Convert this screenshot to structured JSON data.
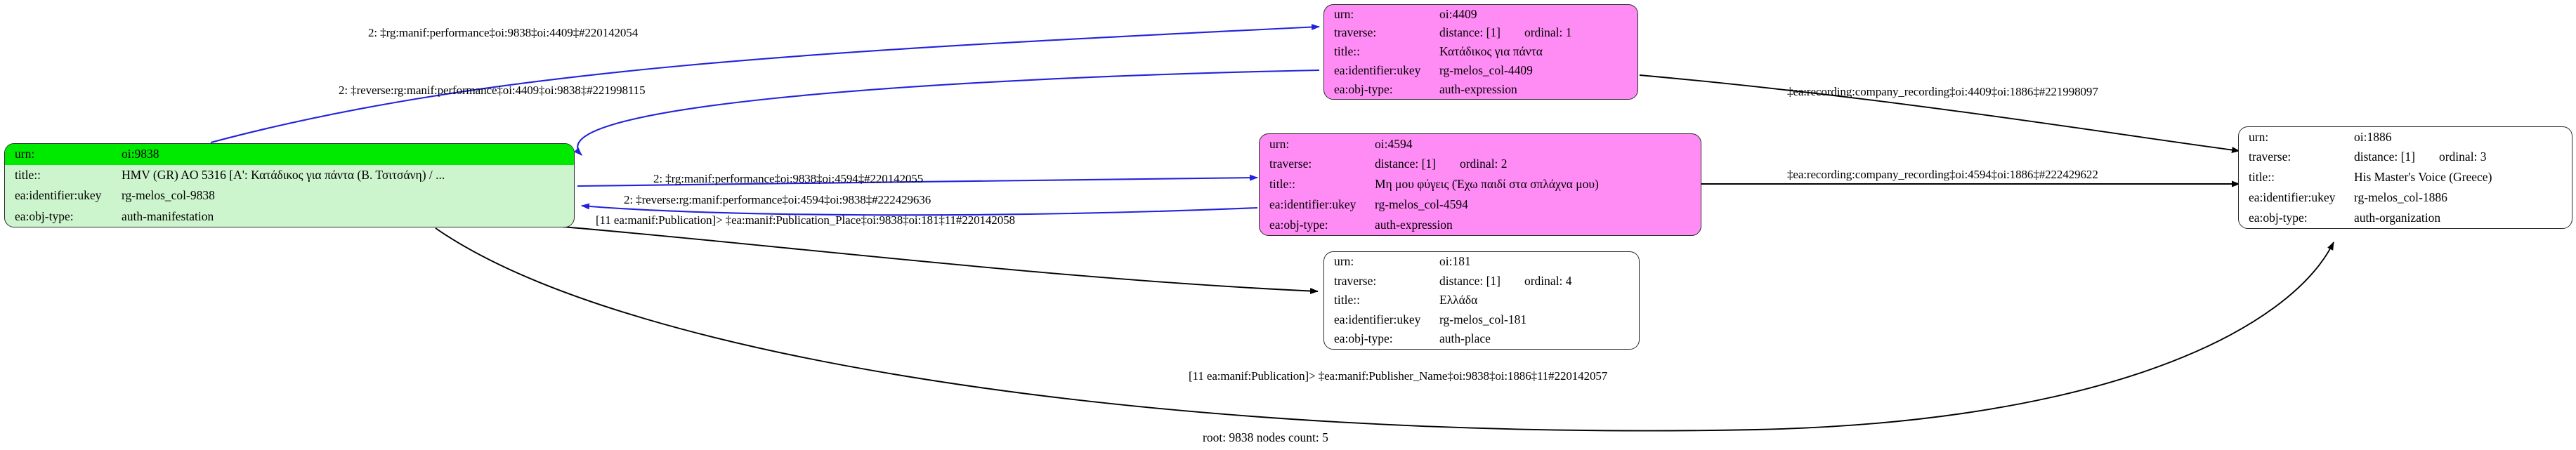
{
  "graph": {
    "root_caption": "root: 9838 nodes count: 5",
    "colors": {
      "edge_blue": "#2222dd",
      "edge_black": "#000000",
      "node_green_body": "#cdf5cd",
      "node_green_highlight": "#00ea00",
      "node_pink": "#ff8cf5",
      "node_white": "#ffffff",
      "node_border": "#2b2b2b"
    },
    "field_labels": {
      "urn": "urn:",
      "traverse": "traverse:",
      "title": "title::",
      "identifier": "ea:identifier:ukey",
      "objtype": "ea:obj-type:"
    },
    "nodes": [
      {
        "id": "n9838",
        "kind": "manifestation-root",
        "urn": "oi:9838",
        "title": "HMV (GR) AO 5316 [Α': Κατάδικος για πάντα (Β. Τσιτσάνη) / ...",
        "identifier": "rg-melos_col-9838",
        "objtype": "auth-manifestation"
      },
      {
        "id": "n4409",
        "kind": "expression",
        "urn": "oi:4409",
        "distance": "distance: [1]",
        "ordinal": "ordinal: 1",
        "title": "Κατάδικος για πάντα",
        "identifier": "rg-melos_col-4409",
        "objtype": "auth-expression"
      },
      {
        "id": "n4594",
        "kind": "expression",
        "urn": "oi:4594",
        "distance": "distance: [1]",
        "ordinal": "ordinal: 2",
        "title": "Μη μου φύγεις (Έχω παιδί στα σπλάχνα μου)",
        "identifier": "rg-melos_col-4594",
        "objtype": "auth-expression"
      },
      {
        "id": "n181",
        "kind": "place",
        "urn": "oi:181",
        "distance": "distance: [1]",
        "ordinal": "ordinal: 4",
        "title": "Ελλάδα",
        "identifier": "rg-melos_col-181",
        "objtype": "auth-place"
      },
      {
        "id": "n1886",
        "kind": "organization",
        "urn": "oi:1886",
        "distance": "distance: [1]",
        "ordinal": "ordinal: 3",
        "title": "His Master's Voice (Greece)",
        "identifier": "rg-melos_col-1886",
        "objtype": "auth-organization"
      }
    ],
    "edges": [
      {
        "id": "e1",
        "from": "n9838",
        "to": "n4409",
        "color": "blue",
        "label": "2: ‡rg:manif:performance‡oi:9838‡oi:4409‡#220142054"
      },
      {
        "id": "e2",
        "from": "n4409",
        "to": "n9838",
        "color": "blue",
        "label": "2: ‡reverse:rg:manif:performance‡oi:4409‡oi:9838‡#221998115"
      },
      {
        "id": "e3",
        "from": "n9838",
        "to": "n4594",
        "color": "blue",
        "label": "2: ‡rg:manif:performance‡oi:9838‡oi:4594‡#220142055"
      },
      {
        "id": "e4",
        "from": "n4594",
        "to": "n9838",
        "color": "blue",
        "label": "2: ‡reverse:rg:manif:performance‡oi:4594‡oi:9838‡#222429636"
      },
      {
        "id": "e5",
        "from": "n9838",
        "to": "n181",
        "color": "black",
        "label": "[11 ea:manif:Publication]> ‡ea:manif:Publication_Place‡oi:9838‡oi:181‡11#220142058"
      },
      {
        "id": "e6",
        "from": "n9838",
        "to": "n1886",
        "color": "black",
        "label": "[11 ea:manif:Publication]> ‡ea:manif:Publisher_Name‡oi:9838‡oi:1886‡11#220142057"
      },
      {
        "id": "e7",
        "from": "n4409",
        "to": "n1886",
        "color": "black",
        "label": "‡ea:recording:company_recording‡oi:4409‡oi:1886‡#221998097"
      },
      {
        "id": "e8",
        "from": "n4594",
        "to": "n1886",
        "color": "black",
        "label": "‡ea:recording:company_recording‡oi:4594‡oi:1886‡#222429622"
      }
    ]
  }
}
